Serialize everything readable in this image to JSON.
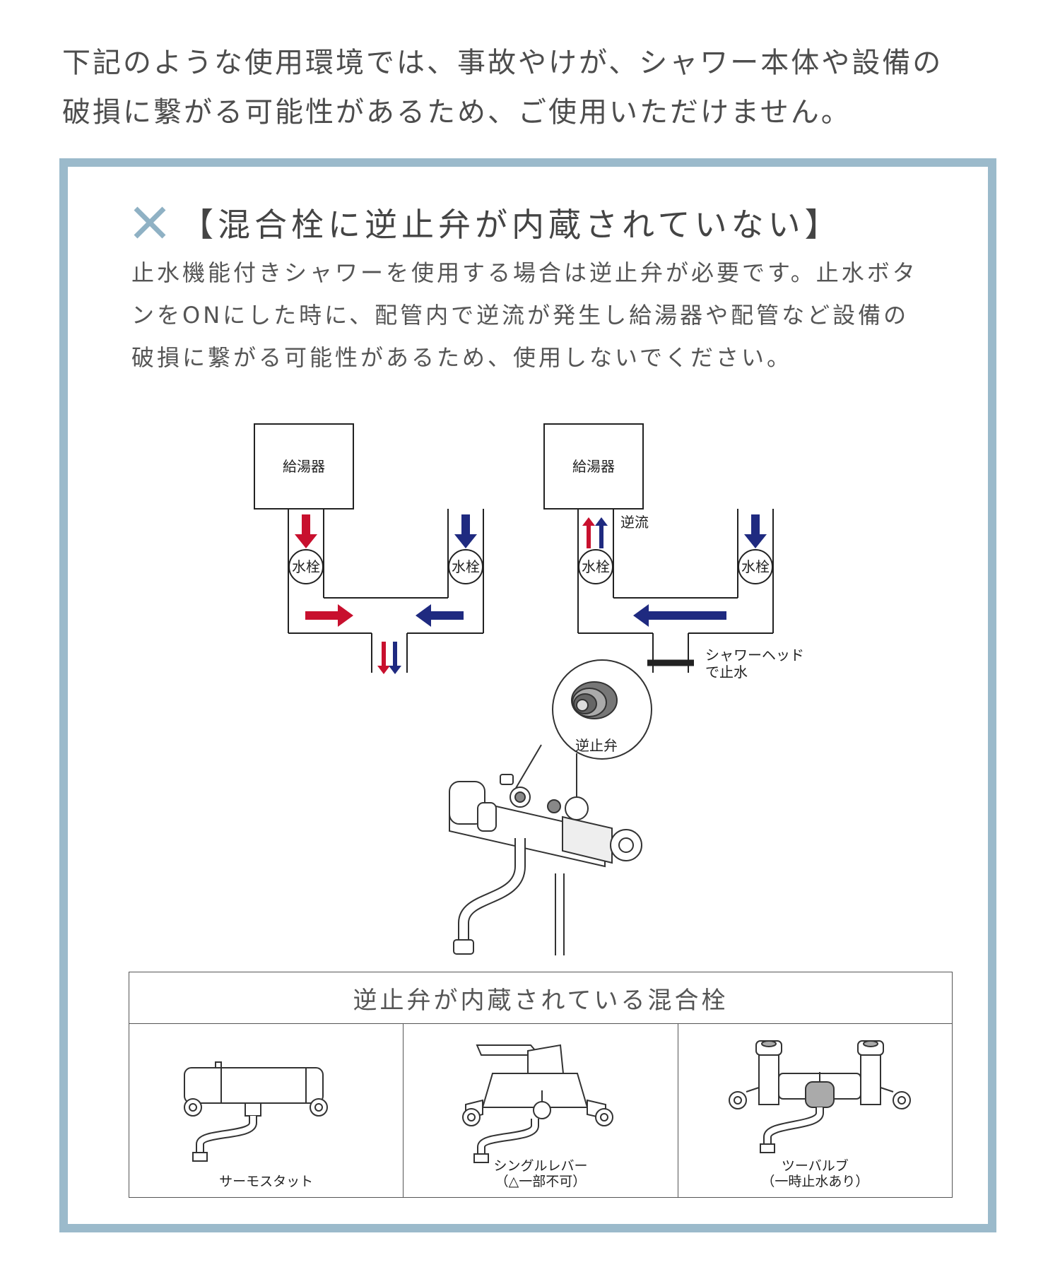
{
  "intro": {
    "line1": "下記のような使用環境では、事故やけが、シャワー本体や設備の",
    "line2": "破損に繋がる可能性があるため、ご使用いただけません。"
  },
  "section": {
    "icon": "x-mark-icon",
    "heading": "【混合栓に逆止弁が内蔵されていない】",
    "desc_line1": "止水機能付きシャワーを使用する場合は逆止弁が必要です。止水ボタ",
    "desc_line2": "ンをONにした時に、配管内で逆流が発生し給湯器や配管など設備の",
    "desc_line3": "破損に繋がる可能性があるため、使用しないでください。"
  },
  "diagram": {
    "left": {
      "heater": "給湯器",
      "valve_hot": "水栓",
      "valve_cold": "水栓"
    },
    "right": {
      "heater": "給湯器",
      "valve_hot": "水栓",
      "valve_cold": "水栓",
      "backflow": "逆流",
      "stop_line1": "シャワーヘッド",
      "stop_line2": "で止水"
    },
    "check_valve": "逆止弁",
    "colors": {
      "hot": "#c8102e",
      "cold": "#1f2a80",
      "line": "#222222"
    }
  },
  "table": {
    "title": "逆止弁が内蔵されている混合栓",
    "items": [
      {
        "line1": "サーモスタット",
        "line2": ""
      },
      {
        "line1": "シングルレバー",
        "line2": "（△一部不可）"
      },
      {
        "line1": "ツーバルブ",
        "line2": "（一時止水あり）"
      }
    ]
  },
  "colors": {
    "frame": "#9bbacb",
    "text": "#4d4d4d"
  }
}
